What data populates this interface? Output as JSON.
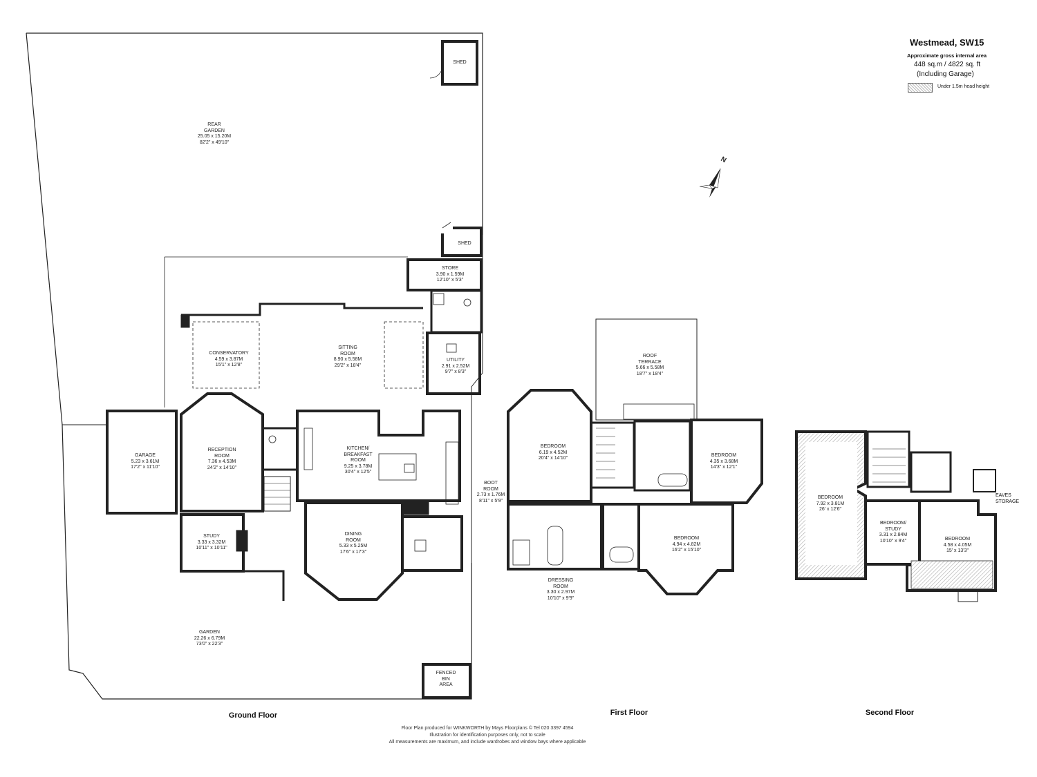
{
  "header": {
    "title": "Westmead, SW15",
    "area_label": "Approximate gross internal area",
    "area": "448 sq.m / 4822 sq. ft",
    "including": "(Including Garage)",
    "legend": "Under 1.5m head height"
  },
  "floors": {
    "ground": "Ground Floor",
    "first": "First Floor",
    "second": "Second Floor"
  },
  "compass": {
    "label": "N"
  },
  "rooms": {
    "shed_top": {
      "name": "SHED"
    },
    "rear_garden": {
      "name1": "REAR",
      "name2": "GARDEN",
      "metric": "25.05 x 15.20M",
      "imperial": "82'2\" x 49'10\""
    },
    "shed_mid": {
      "name": "SHED"
    },
    "store": {
      "name": "STORE",
      "metric": "3.90 x 1.59M",
      "imperial": "12'10\" x 5'3\""
    },
    "conservatory": {
      "name": "CONSERVATORY",
      "metric": "4.59 x 3.87M",
      "imperial": "15'1\" x 12'8\""
    },
    "sitting": {
      "name1": "SITTING",
      "name2": "ROOM",
      "metric": "8.90 x 5.58M",
      "imperial": "29'2\" x 18'4\""
    },
    "utility": {
      "name": "UTILITY",
      "metric": "2.91 x 2.52M",
      "imperial": "9'7\" x 8'3\""
    },
    "garage": {
      "name": "GARAGE",
      "metric": "5.23 x 3.61M",
      "imperial": "17'2\" x 11'10\""
    },
    "reception": {
      "name1": "RECEPTION",
      "name2": "ROOM",
      "metric": "7.36 x 4.53M",
      "imperial": "24'2\" x 14'10\""
    },
    "kitchen": {
      "name1": "KITCHEN/",
      "name2": "BREAKFAST",
      "name3": "ROOM",
      "metric": "9.25 x 3.78M",
      "imperial": "30'4\" x 12'5\""
    },
    "boot": {
      "name1": "BOOT",
      "name2": "ROOM",
      "metric": "2.73 x 1.76M",
      "imperial": "8'11\" x 5'9\""
    },
    "study": {
      "name": "STUDY",
      "metric": "3.33 x 3.32M",
      "imperial": "10'11\" x 10'11\""
    },
    "dining": {
      "name1": "DINING",
      "name2": "ROOM",
      "metric": "5.33 x 5.25M",
      "imperial": "17'6\" x 17'3\""
    },
    "garden": {
      "name": "GARDEN",
      "metric": "22.26 x 6.79M",
      "imperial": "73'0\" x 22'3\""
    },
    "bin": {
      "name1": "FENCED",
      "name2": "BIN",
      "name3": "AREA"
    },
    "roof_terrace": {
      "name1": "ROOF",
      "name2": "TERRACE",
      "metric": "5.66 x 5.58M",
      "imperial": "18'7\" x 18'4\""
    },
    "bed1": {
      "name": "BEDROOM",
      "metric": "6.19 x 4.52M",
      "imperial": "20'4\" x 14'10\""
    },
    "bed2": {
      "name": "BEDROOM",
      "metric": "4.35 x 3.68M",
      "imperial": "14'3\" x 12'1\""
    },
    "bed3": {
      "name": "BEDROOM",
      "metric": "4.94 x 4.82M",
      "imperial": "16'2\" x 15'10\""
    },
    "dressing": {
      "name1": "DRESSING",
      "name2": "ROOM",
      "metric": "3.30 x 2.97M",
      "imperial": "10'10\" x 9'9\""
    },
    "bed4": {
      "name": "BEDROOM",
      "metric": "7.92 x 3.81M",
      "imperial": "26' x 12'6\""
    },
    "bed5": {
      "name1": "BEDROOM/",
      "name2": "STUDY",
      "metric": "3.31 x 2.84M",
      "imperial": "10'10\" x 9'4\""
    },
    "bed6": {
      "name": "BEDROOM",
      "metric": "4.58 x 4.05M",
      "imperial": "15' x 13'3\""
    },
    "eaves": {
      "name1": "EAVES",
      "name2": "STORAGE"
    }
  },
  "footer": {
    "line1": "Floor Plan produced for WINKWORTH by Mays Floorplans ©   Tel 020 3397 4594",
    "line2": "Illustration for identification purposes only, not to scale",
    "line3": "All measurements are maximum, and include wardrobes and window bays where applicable"
  }
}
